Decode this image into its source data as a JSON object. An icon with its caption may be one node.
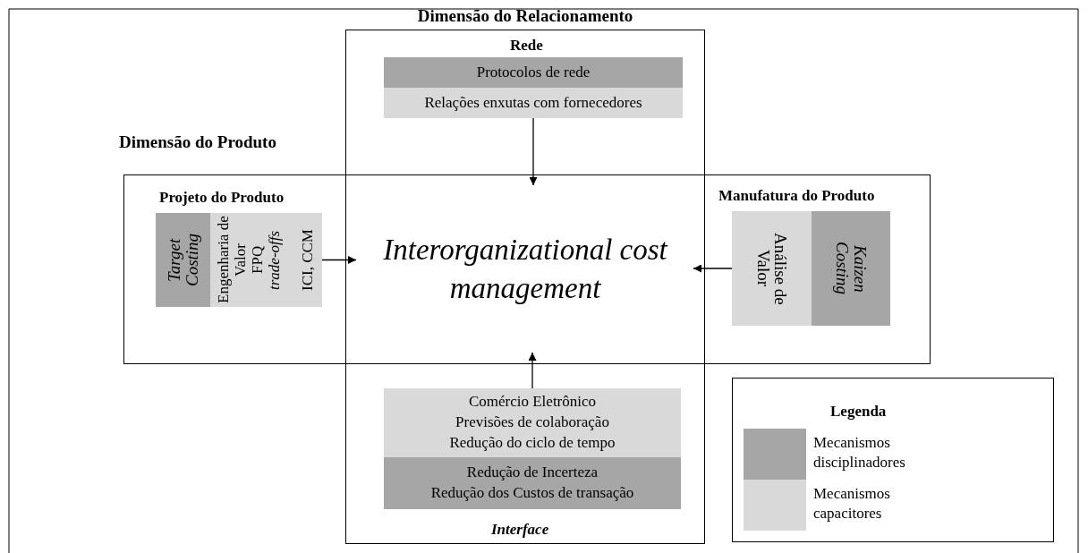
{
  "diagram": {
    "nodes": [
      {
        "text": [
          "Dimensão do Relacionamento"
        ]
      },
      {
        "text": [
          "Dimensão do Produto"
        ]
      },
      {
        "text": [
          "Interorganizational cost management"
        ]
      },
      {
        "text": [
          "Protocolos de rede"
        ],
        "in": 0
      },
      {
        "text": [
          "Relações enxutas com fornecedores"
        ],
        "in": 0
      },
      {
        "text": [
          "Target Costing"
        ],
        "in": 1
      },
      {
        "text": [
          "Engenharia de Valor",
          "FPQ *trade-offs*",
          "ICI, CCM"
        ],
        "in": 1
      },
      {
        "text": [
          "Análise de Valor"
        ],
        "in": 1
      },
      {
        "text": [
          "Kaizen Costing"
        ],
        "in": 1
      },
      {
        "text": [
          "Comércio Eletrônico",
          "Previsões de colaboração",
          "Redução do ciclo de tempo"
        ],
        "in": 0
      },
      {
        "text": [
          "Redução de Incerteza",
          "Redução dos Custos de transação"
        ],
        "in": 0
      }
    ],
    "edges": [
      {
        "from": 4,
        "to": 2,
        "arrow": "to"
      },
      {
        "from": 6,
        "to": 2,
        "arrow": "to"
      },
      {
        "from": 7,
        "to": 2,
        "arrow": "to"
      },
      {
        "from": 9,
        "to": 2,
        "arrow": "to"
      }
    ],
    "labels": [
      "Rede",
      "Projeto do Produto",
      "Manufatura do Produto",
      "Interface",
      "Legenda"
    ],
    "legend": [
      {
        "text": "Mecanismos disciplinadores",
        "color": "#a6a6a6"
      },
      {
        "text": "Mecanismos capacitores",
        "color": "#d9d9d9"
      }
    ]
  }
}
